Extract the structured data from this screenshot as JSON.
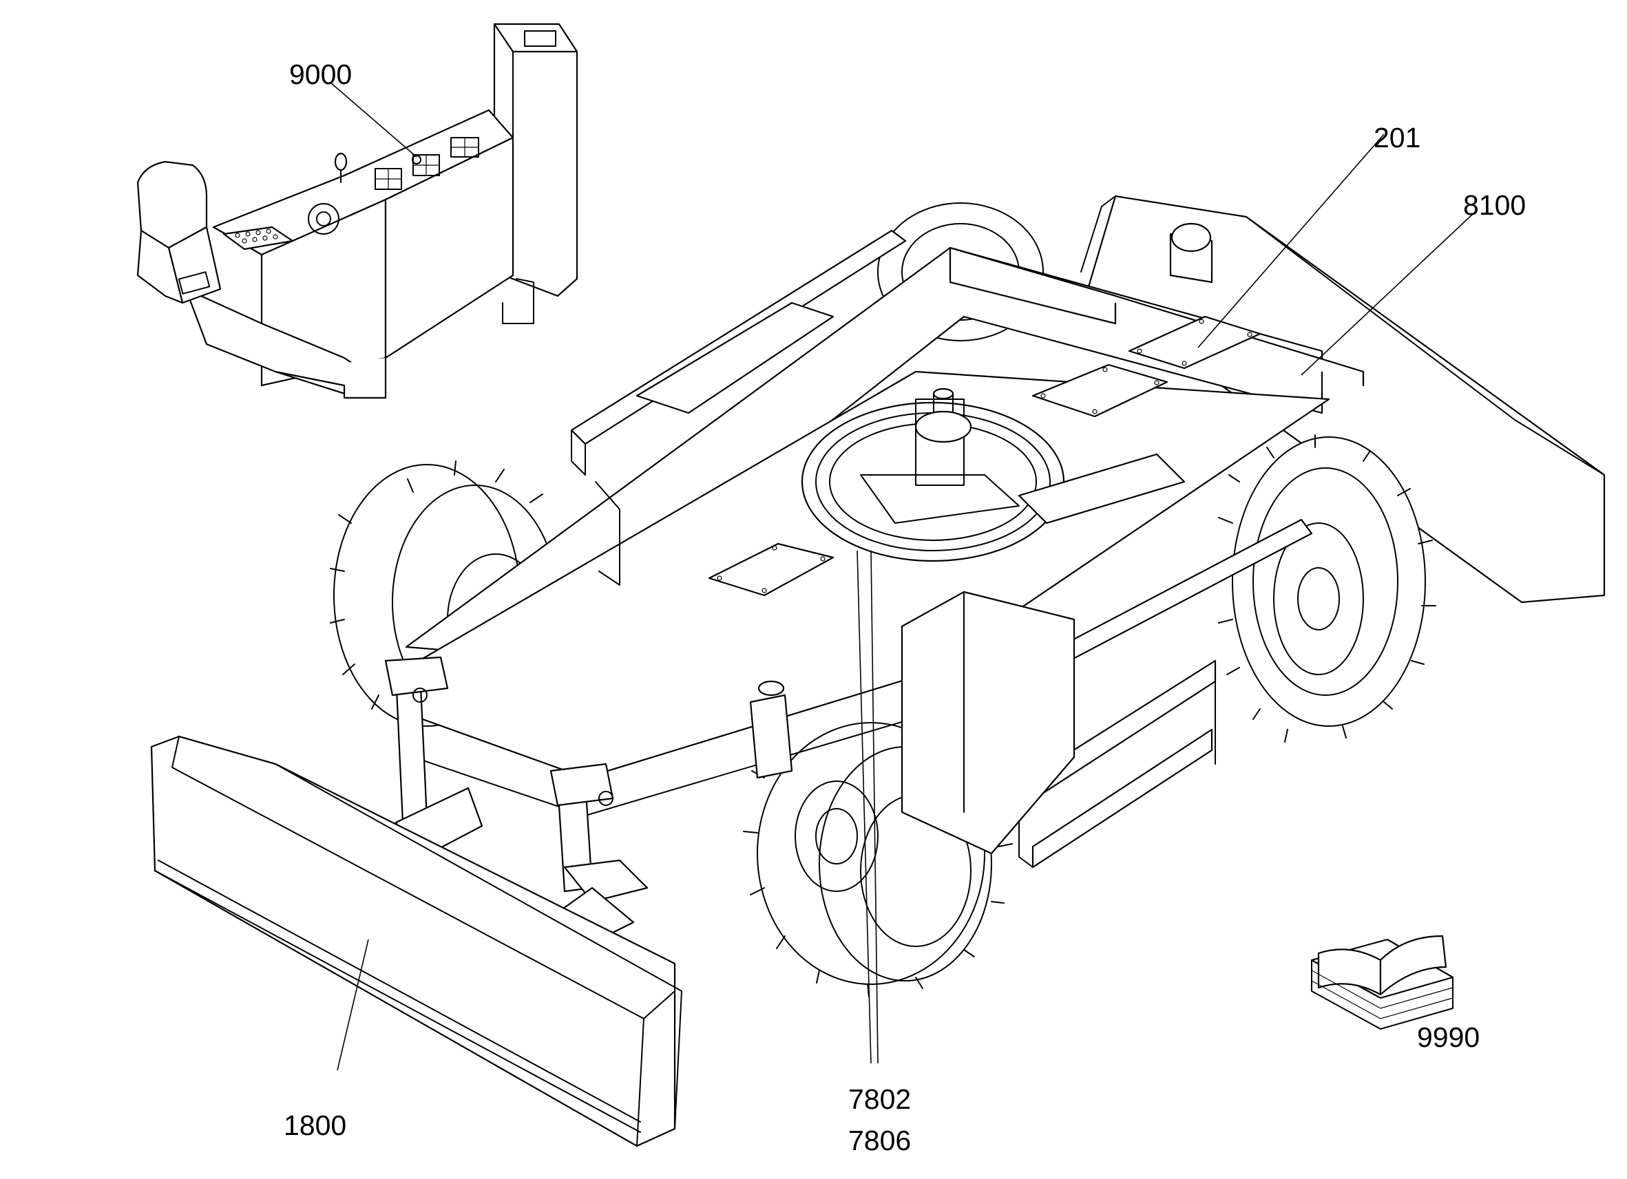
{
  "callouts": {
    "c9000": "9000",
    "c201": "201",
    "c8100": "8100",
    "c1800": "1800",
    "c7802": "7802",
    "c7806": "7806",
    "c9990": "9990"
  },
  "icons": {
    "operator_console": "operator-console-icon",
    "manual": "open-book-icon"
  }
}
